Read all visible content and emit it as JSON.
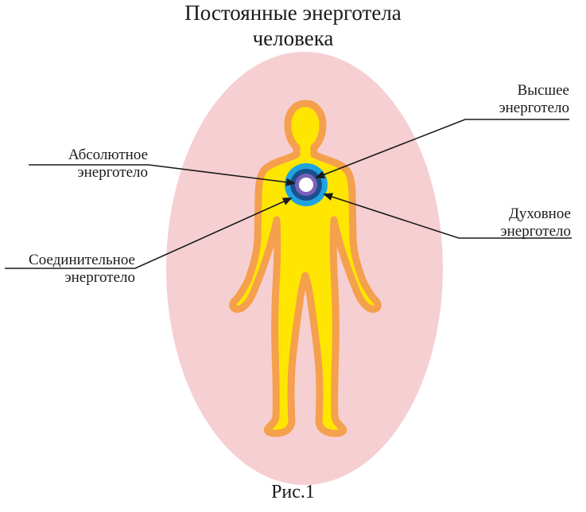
{
  "title": {
    "line1": "Постоянные энерготела",
    "line2": "человека"
  },
  "labels": {
    "higher": {
      "line1": "Высшее",
      "line2": "энерготело"
    },
    "absolute": {
      "line1": "Абсолютное",
      "line2": "энерготело"
    },
    "spiritual": {
      "line1": "Духовное",
      "line2": "энерготело"
    },
    "connective": {
      "line1": "Соединительное",
      "line2": "энерготело"
    }
  },
  "caption": "Рис.1",
  "colors": {
    "aura": "#f6cfd2",
    "body_outline": "#f4a04c",
    "body_fill": "#ffe600",
    "ring_outer": "#1fa3e0",
    "ring_middle": "#1b4f8f",
    "ring_inner": "#7b61b8",
    "core": "#ffffff",
    "lines": "#1a1a1a"
  }
}
